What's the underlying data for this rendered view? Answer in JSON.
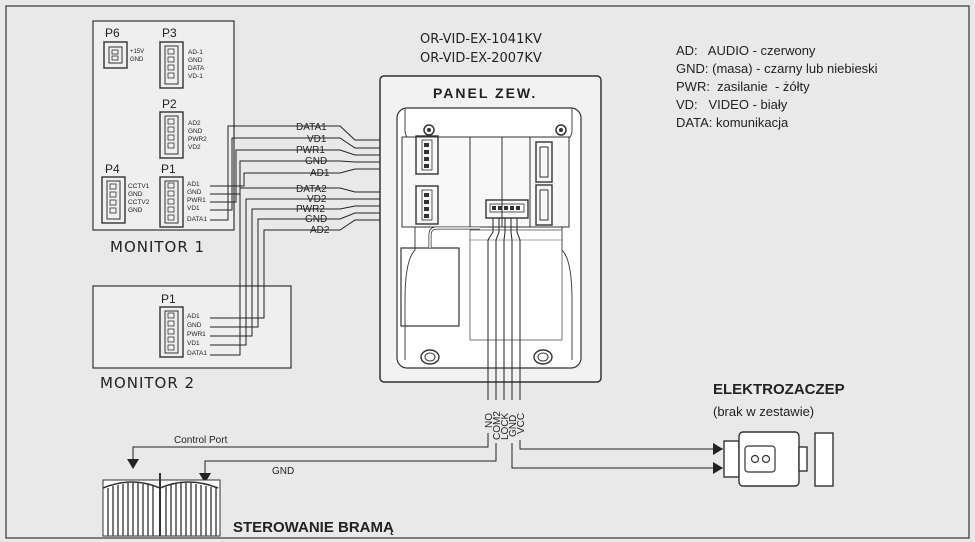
{
  "panel": {
    "models": [
      "OR-VID-EX-1041KV",
      "OR-VID-EX-2007KV"
    ],
    "title": "PANEL ZEW."
  },
  "legend": [
    "AD:   AUDIO - czerwony",
    "GND: (masa) - czarny lub niebieski",
    "PWR:  zasilanie  - żółty",
    "VD:   VIDEO - biały",
    "DATA: komunikacja"
  ],
  "monitor1": {
    "label": "MONITOR 1",
    "p6": {
      "name": "P6",
      "pins": [
        "+15V",
        "GND"
      ]
    },
    "p3": {
      "name": "P3",
      "pins": [
        "AD-1",
        "GND",
        "DATA",
        "VD-1"
      ]
    },
    "p2": {
      "name": "P2",
      "pins": [
        "AD2",
        "GND",
        "PWR2",
        "VD2"
      ]
    },
    "p4": {
      "name": "P4",
      "pins": [
        "CCTV1",
        "GND",
        "CCTV2",
        "GND"
      ]
    },
    "p1": {
      "name": "P1",
      "pins": [
        "AD1",
        "GND",
        "PWR1",
        "VD1",
        "DATA1"
      ]
    }
  },
  "monitor2": {
    "label": "MONITOR 2",
    "p1": {
      "name": "P1",
      "pins": [
        "AD1",
        "GND",
        "PWR1",
        "VD1",
        "DATA1"
      ]
    }
  },
  "wires_group1": [
    "DATA1",
    "VD1",
    "PWR1",
    "GND",
    "AD1"
  ],
  "wires_group2": [
    "DATA2",
    "VD2",
    "PWR2",
    "GND",
    "AD2"
  ],
  "bottom_pins": [
    "NO",
    "COM2",
    "LOCK",
    "GND",
    "VCC"
  ],
  "lock": {
    "title": "ELEKTROZACZEP",
    "subtitle": "(brak w zestawie)"
  },
  "gate": {
    "title": "STEROWANIE BRAMĄ",
    "control_label": "Control Port",
    "gnd_label": "GND"
  }
}
